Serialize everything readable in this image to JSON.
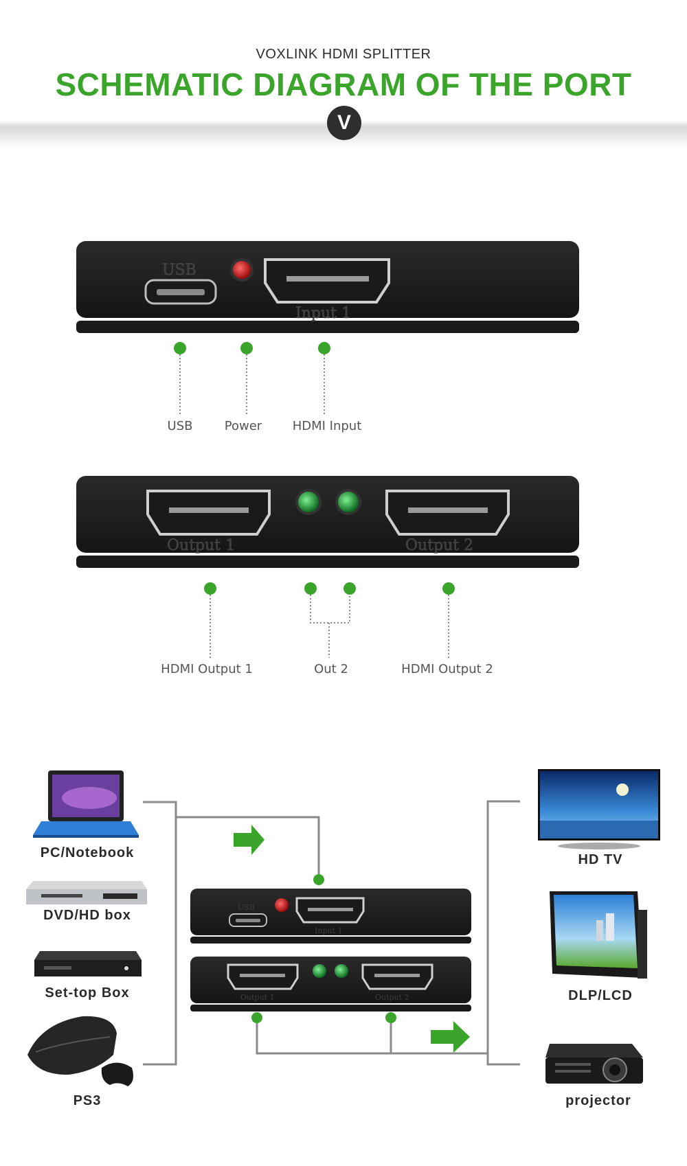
{
  "header": {
    "brand": "VOXLINK HDMI SPLITTER",
    "title": "SCHEMATIC DIAGRAM OF THE PORT",
    "logo_letter": "V"
  },
  "front_panel": {
    "usb_embossed": "USB",
    "input_embossed": "Input 1",
    "callouts": [
      "USB",
      "Power",
      "HDMI Input"
    ]
  },
  "back_panel": {
    "output1_embossed": "Output 1",
    "output2_embossed": "Output 2",
    "callouts": [
      "HDMI Output 1",
      "Out 2",
      "HDMI Output 2"
    ]
  },
  "sources": [
    "PC/Notebook",
    "DVD/HD box",
    "Set-top Box",
    "PS3"
  ],
  "displays": [
    "HD TV",
    "DLP/LCD",
    "projector"
  ],
  "colors": {
    "accent_green": "#3aa52a",
    "device_black": "#1c1c1c",
    "power_led": "#d41a1a",
    "status_led": "#1f9e3a"
  }
}
